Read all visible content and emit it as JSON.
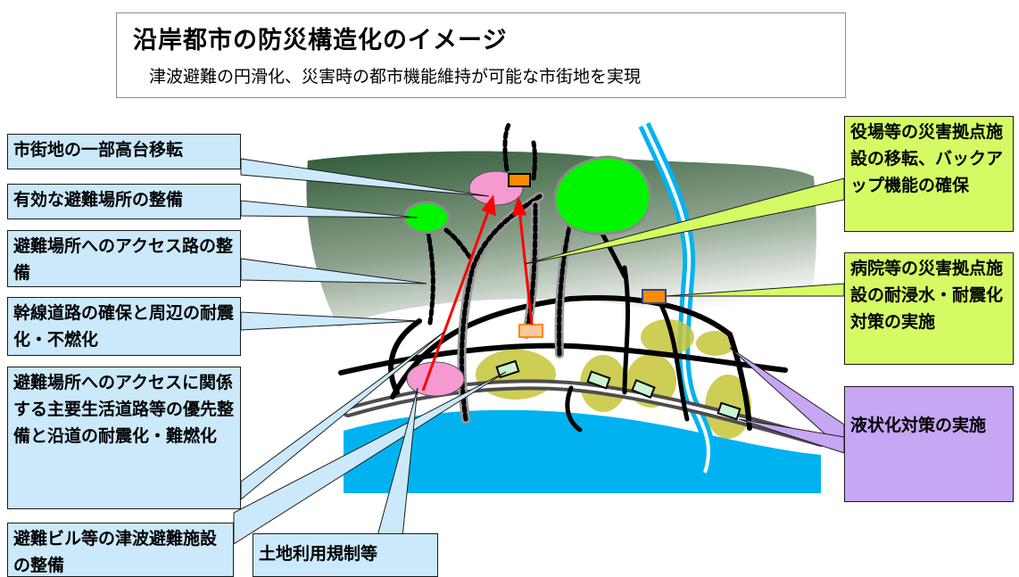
{
  "title": "沿岸都市の防災構造化のイメージ",
  "subtitle": "津波避難の円滑化、災害時の都市機能維持が可能な市街地を実現",
  "callouts": {
    "relocation": "市街地の一部高台移転",
    "shelter": "有効な避難場所の整備",
    "access_route": "避難場所へのアクセス路の整備",
    "trunk_road": "幹線道路の確保と周辺の耐震化・不燃化",
    "living_road": "避難場所へのアクセスに関係する主要生活道路等の優先整備と沿道の耐震化・難燃化",
    "tsunami_building": "避難ビル等の津波避難施設の整備",
    "land_use": "土地利用規制等",
    "gov_facility": "役場等の災害拠点施設の移転、バックアップ機能の確保",
    "hospital": "病院等の災害拠点施設の耐浸水・耐震化対策の実施",
    "liquefaction": "液状化対策の実施"
  },
  "colors": {
    "blue_callout": "#cbe9fb",
    "yellow_callout": "#d4fb63",
    "purple_callout": "#c7a6f4",
    "hill_dark": "#3f6a48",
    "water": "#00b3f0",
    "park": "#00f500",
    "shelter_area": "#f59ad0",
    "liquefaction_zone": "#c6c438",
    "arrow": "#ff0000",
    "facility": "#ff8a00"
  }
}
